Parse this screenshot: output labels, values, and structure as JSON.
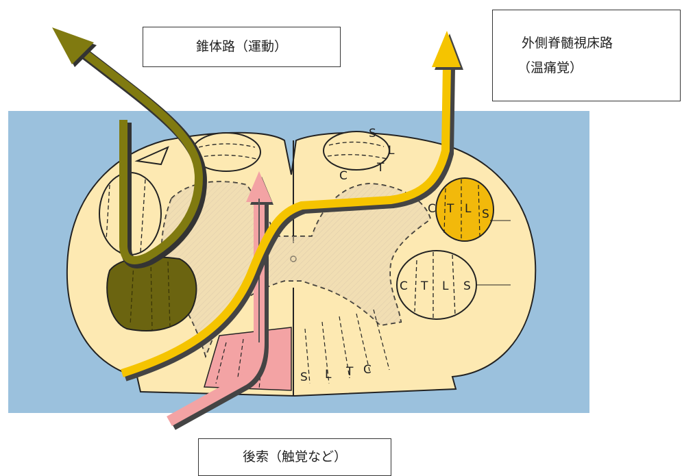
{
  "labels": {
    "pyramidal": "錐体路（運動）",
    "spinothalamic_line1": "外側脊髄視床路",
    "spinothalamic_line2": "（温痛覚）",
    "dorsal_column": "後索（触覚など）"
  },
  "tract_letters": {
    "lateral_spinothalamic": [
      "C",
      "T",
      "L",
      "S"
    ],
    "lateral_corticospinal": [
      "C",
      "T",
      "L",
      "S"
    ],
    "dorsal_column": [
      "S",
      "L",
      "T",
      "C"
    ],
    "anterior": [
      "S",
      "L",
      "C",
      "T"
    ]
  },
  "colors": {
    "background": "#9bc1dd",
    "cord": "#fde9b2",
    "gray_matter": "#e6d3b3",
    "pyramidal_arrow": "#807a10",
    "spinothalamic_arrow": "#f5c400",
    "dorsal_arrow": "#f3a3a4"
  }
}
